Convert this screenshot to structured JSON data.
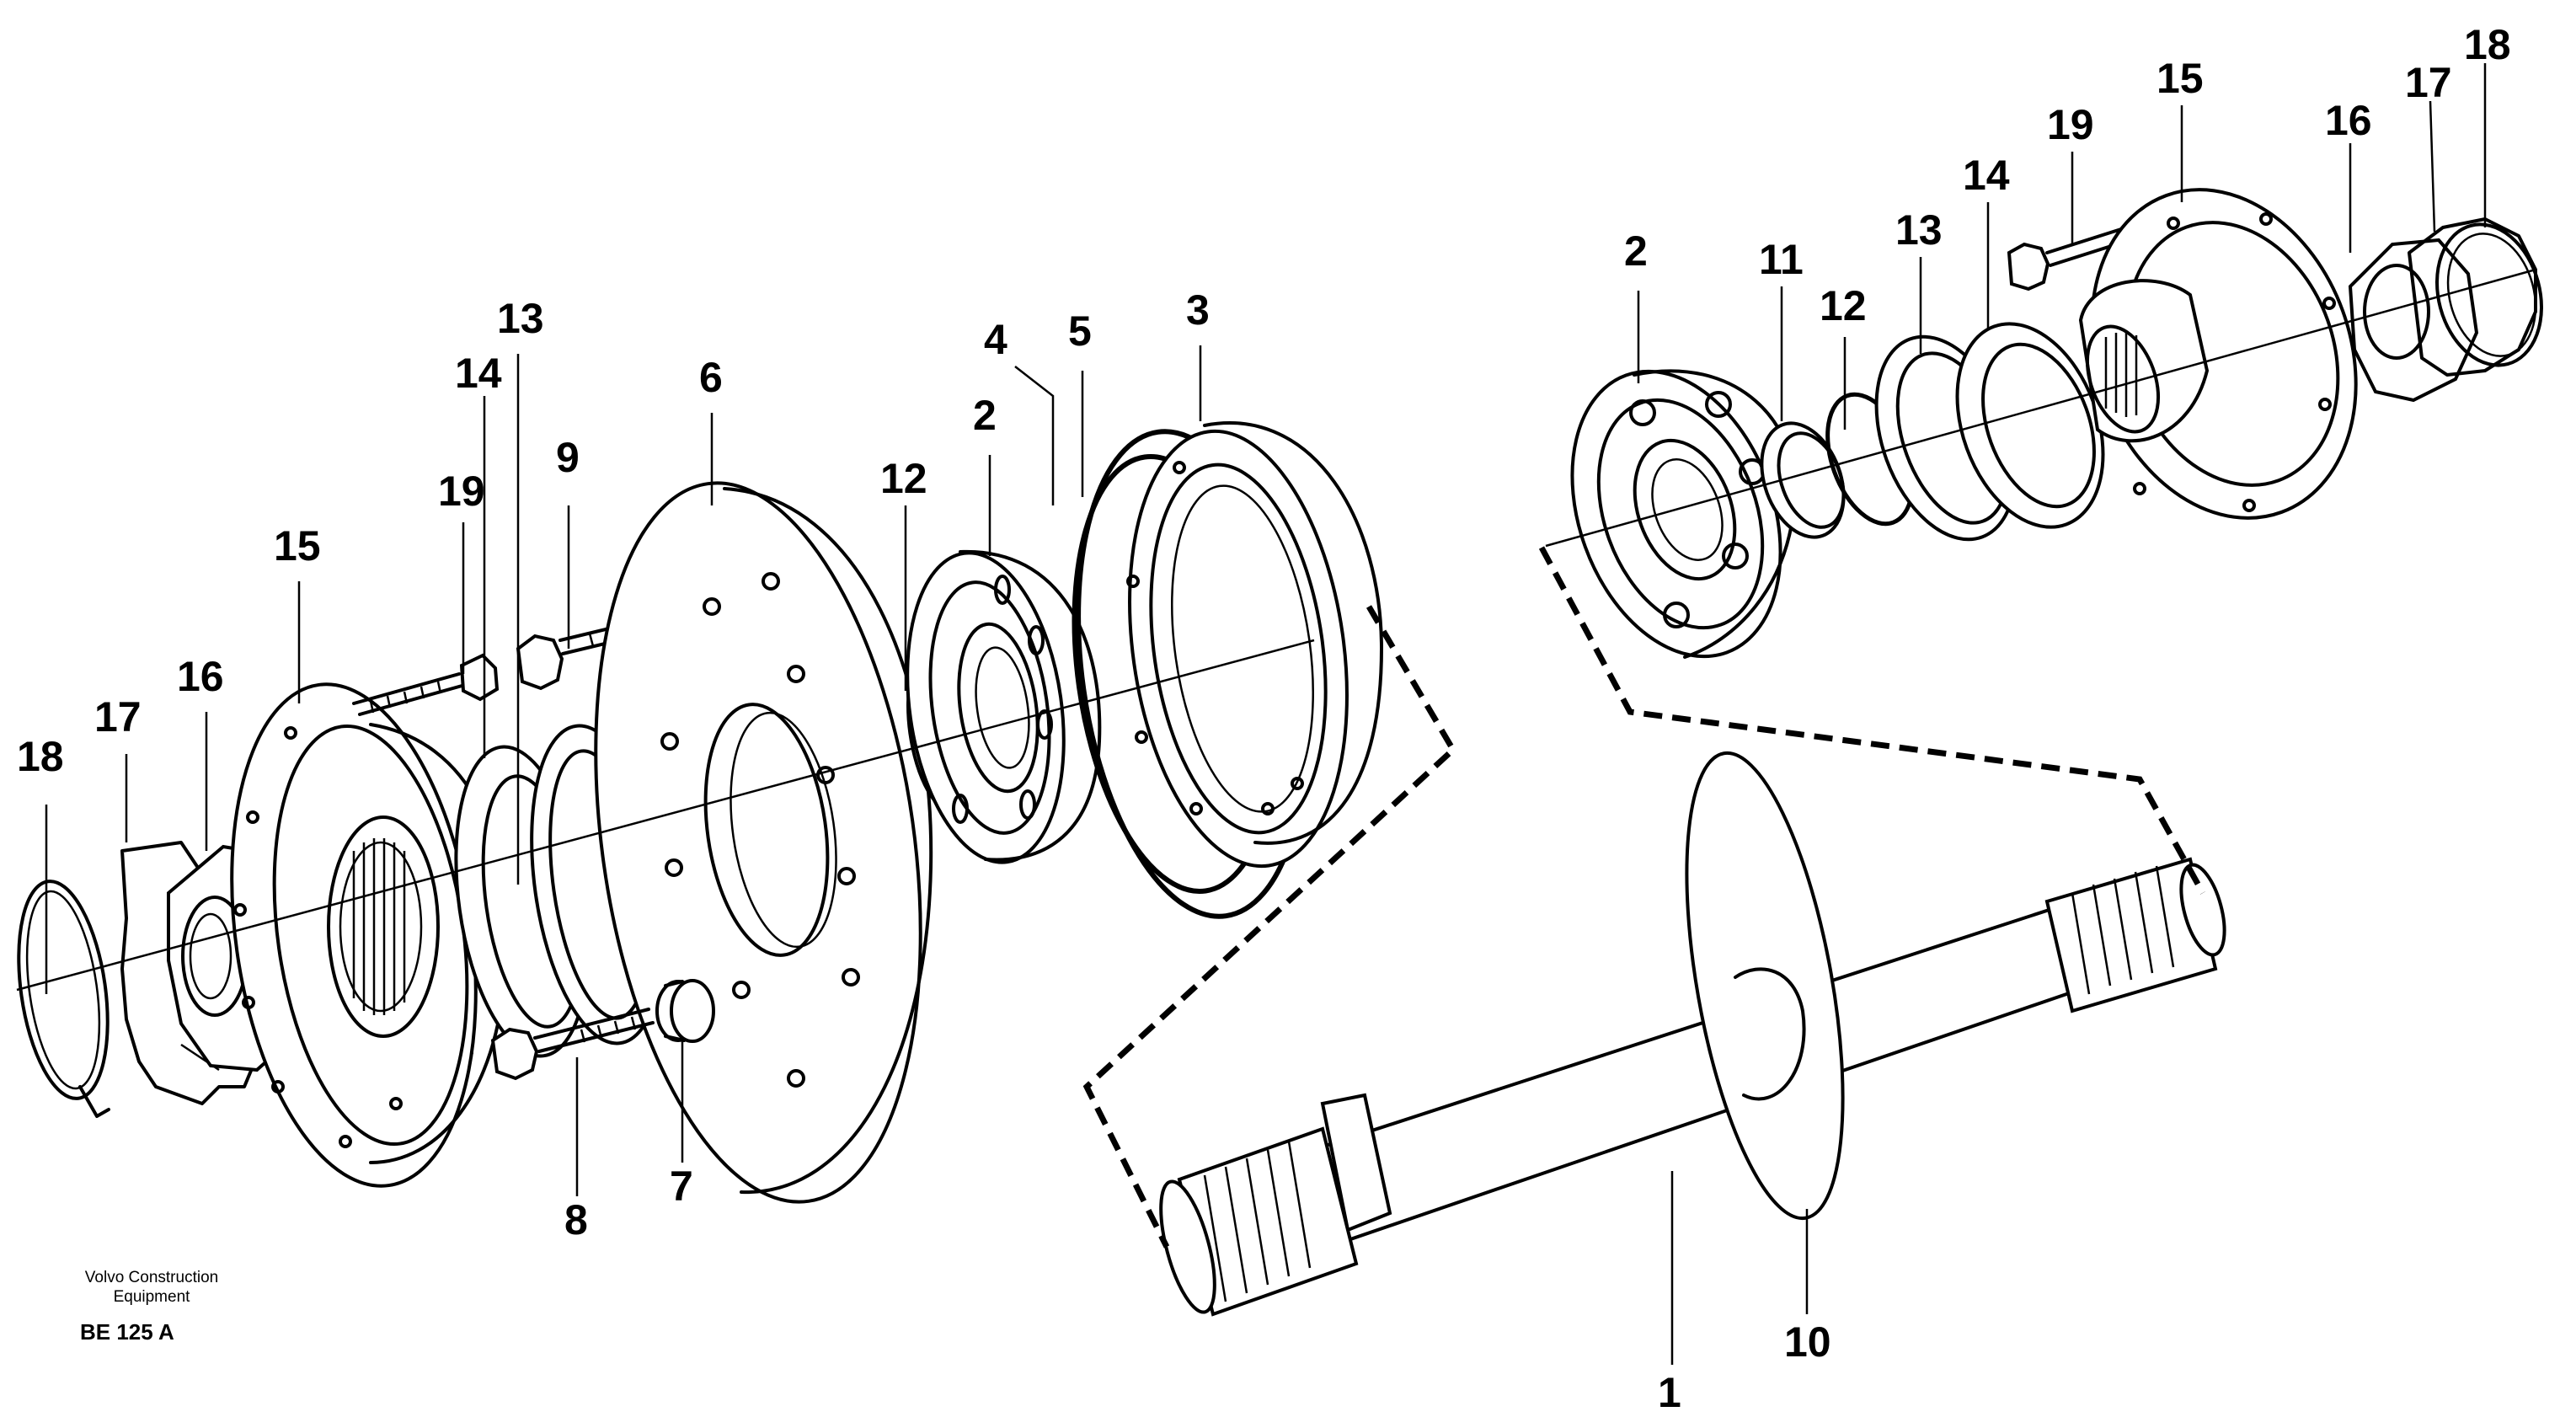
{
  "diagram": {
    "publisher_line1": "Volvo Construction",
    "publisher_line2": "Equipment",
    "figure_code": "BE 125 A",
    "callouts": {
      "left": {
        "p18": "18",
        "p17": "17",
        "p16": "16",
        "p15": "15",
        "p19": "19",
        "p14": "14",
        "p13": "13",
        "p9": "9",
        "p6": "6",
        "p12": "12",
        "p2": "2",
        "p4": "4",
        "p5": "5",
        "p3": "3",
        "p8": "8",
        "p7": "7"
      },
      "right": {
        "p2": "2",
        "p11": "11",
        "p12": "12",
        "p13": "13",
        "p14": "14",
        "p19": "19",
        "p15": "15",
        "p16": "16",
        "p17": "17",
        "p18": "18"
      },
      "shaft": {
        "p1": "1",
        "p10": "10"
      }
    }
  }
}
